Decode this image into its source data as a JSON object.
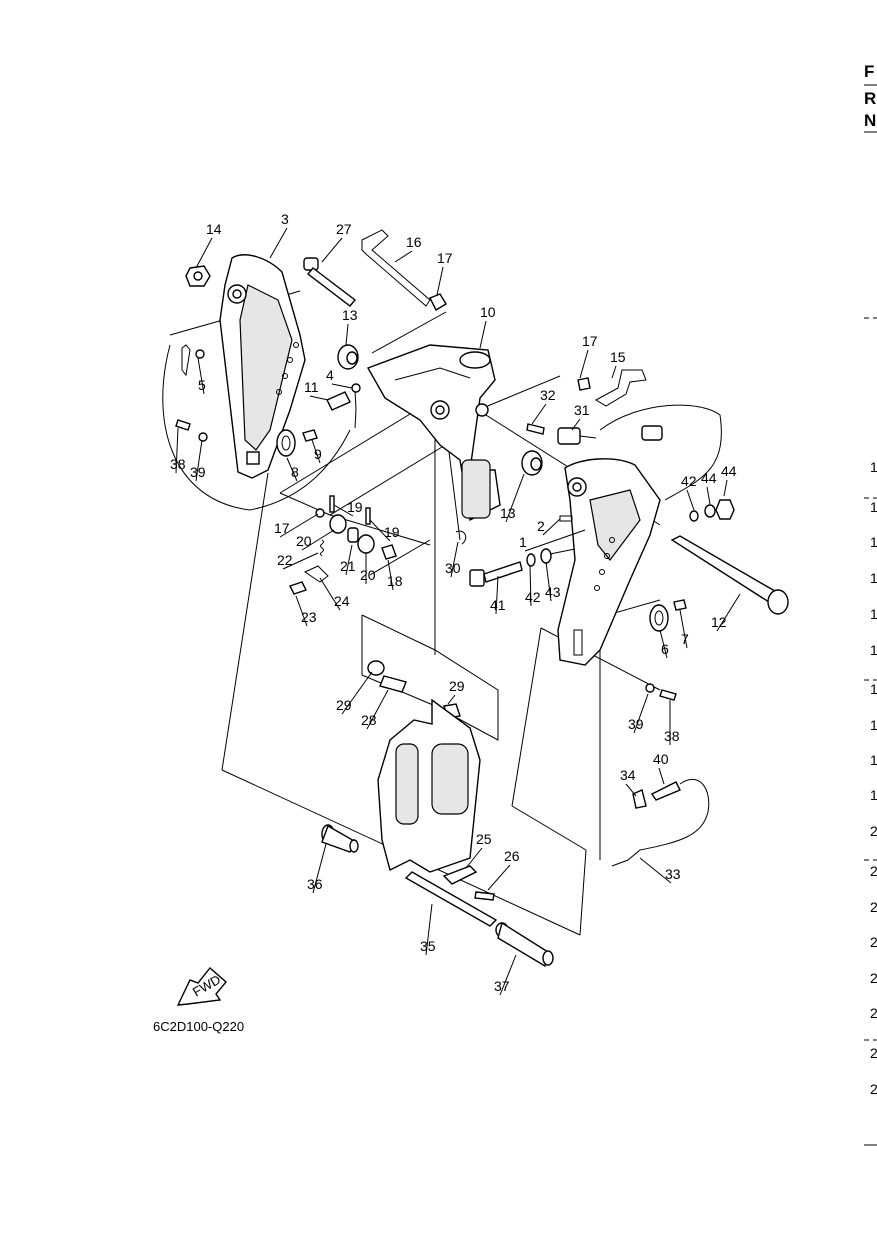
{
  "diagram": {
    "code": "6C2D100-Q220",
    "fwd_label": "FWD",
    "callouts": [
      {
        "id": "c14",
        "text": "14"
      },
      {
        "id": "c3",
        "text": "3"
      },
      {
        "id": "c27",
        "text": "27"
      },
      {
        "id": "c16",
        "text": "16"
      },
      {
        "id": "c17a",
        "text": "17"
      },
      {
        "id": "c13a",
        "text": "13"
      },
      {
        "id": "c10",
        "text": "10"
      },
      {
        "id": "c17b",
        "text": "17"
      },
      {
        "id": "c15",
        "text": "15"
      },
      {
        "id": "c5",
        "text": "5"
      },
      {
        "id": "c4",
        "text": "4"
      },
      {
        "id": "c11",
        "text": "11"
      },
      {
        "id": "c32",
        "text": "32"
      },
      {
        "id": "c31",
        "text": "31"
      },
      {
        "id": "c38a",
        "text": "38"
      },
      {
        "id": "c39a",
        "text": "39"
      },
      {
        "id": "c8",
        "text": "8"
      },
      {
        "id": "c9",
        "text": "9"
      },
      {
        "id": "c13b",
        "text": "13"
      },
      {
        "id": "c42a",
        "text": "42"
      },
      {
        "id": "c44a",
        "text": "44"
      },
      {
        "id": "c44b",
        "text": "44"
      },
      {
        "id": "c19a",
        "text": "19"
      },
      {
        "id": "c19b",
        "text": "19"
      },
      {
        "id": "c17c",
        "text": "17"
      },
      {
        "id": "c20a",
        "text": "20"
      },
      {
        "id": "c2",
        "text": "2"
      },
      {
        "id": "c1",
        "text": "1"
      },
      {
        "id": "c22",
        "text": "22"
      },
      {
        "id": "c21",
        "text": "21"
      },
      {
        "id": "c20b",
        "text": "20"
      },
      {
        "id": "c18",
        "text": "18"
      },
      {
        "id": "c30",
        "text": "30"
      },
      {
        "id": "c23",
        "text": "23"
      },
      {
        "id": "c24",
        "text": "24"
      },
      {
        "id": "c41",
        "text": "41"
      },
      {
        "id": "c42b",
        "text": "42"
      },
      {
        "id": "c43",
        "text": "43"
      },
      {
        "id": "c12",
        "text": "12"
      },
      {
        "id": "c6",
        "text": "6"
      },
      {
        "id": "c7",
        "text": "7"
      },
      {
        "id": "c29a",
        "text": "29"
      },
      {
        "id": "c28",
        "text": "28"
      },
      {
        "id": "c29b",
        "text": "29"
      },
      {
        "id": "c39b",
        "text": "39"
      },
      {
        "id": "c38b",
        "text": "38"
      },
      {
        "id": "c40",
        "text": "40"
      },
      {
        "id": "c34",
        "text": "34"
      },
      {
        "id": "c36",
        "text": "36"
      },
      {
        "id": "c25",
        "text": "25"
      },
      {
        "id": "c26",
        "text": "26"
      },
      {
        "id": "c33",
        "text": "33"
      },
      {
        "id": "c35",
        "text": "35"
      },
      {
        "id": "c37",
        "text": "37"
      }
    ]
  },
  "edge_column": {
    "top": [
      "F",
      "R",
      "N"
    ],
    "rows": [
      "1",
      "1",
      "1",
      "1",
      "1",
      "1",
      "1",
      "1",
      "1",
      "1",
      "2",
      "2",
      "2",
      "2",
      "2",
      "2",
      "2",
      "2"
    ]
  }
}
